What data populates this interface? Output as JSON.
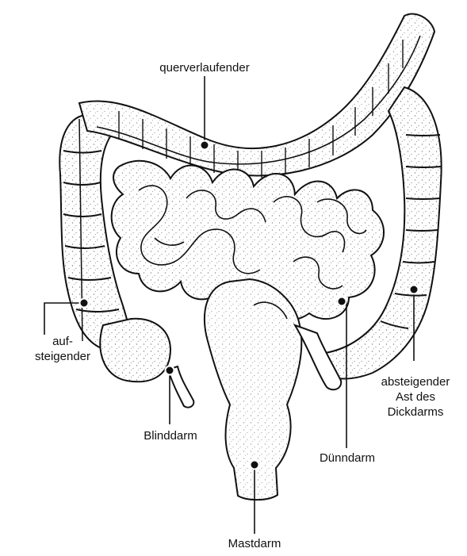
{
  "diagram": {
    "colors": {
      "ink": "#111111",
      "stipple": "#2a2a2a",
      "background": "#ffffff"
    },
    "labels": {
      "transverse": "querverlaufender",
      "ascending": [
        "auf-",
        "steigender"
      ],
      "cecum": "Blinddarm",
      "rectum": "Mastdarm",
      "small_intestine": "Dünndarm",
      "descending": [
        "absteigender",
        "Ast des",
        "Dickdarms"
      ]
    }
  }
}
